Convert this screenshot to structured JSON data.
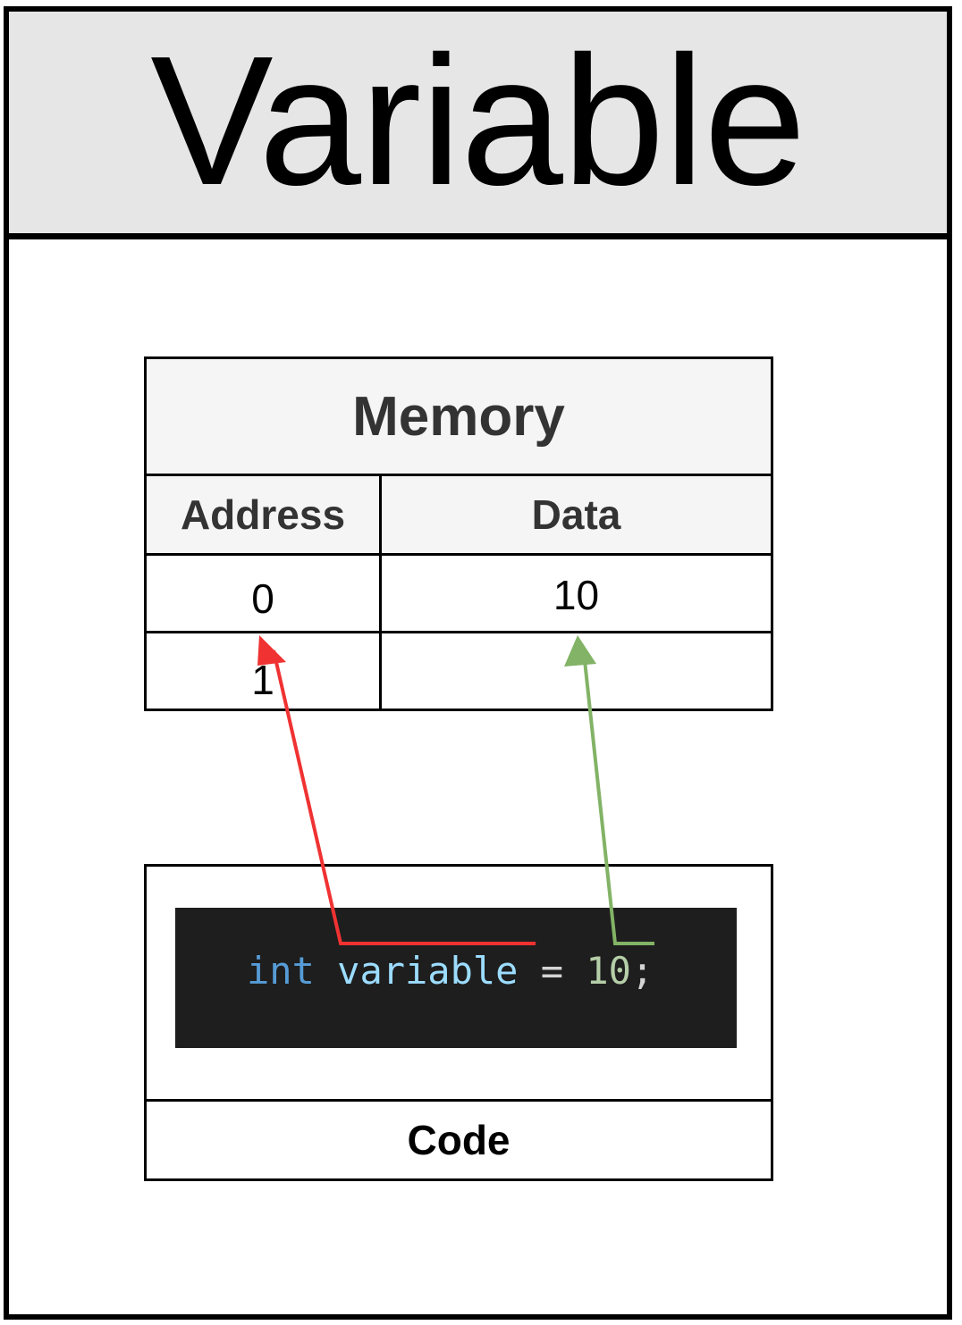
{
  "title": "Variable",
  "memory": {
    "title": "Memory",
    "headers": {
      "address": "Address",
      "data": "Data"
    },
    "rows": [
      {
        "address": "0",
        "data": "10"
      },
      {
        "address": "1",
        "data": ""
      }
    ]
  },
  "code": {
    "label": "Code",
    "tokens": {
      "keyword": "int",
      "name": "variable",
      "operator": "=",
      "value": "10",
      "terminator": ";"
    }
  },
  "colors": {
    "address_arrow": "#f03232",
    "data_arrow": "#82b366",
    "title_bg": "#e6e6e6",
    "header_bg": "#f5f5f5",
    "code_bg": "#1e1e1e"
  }
}
